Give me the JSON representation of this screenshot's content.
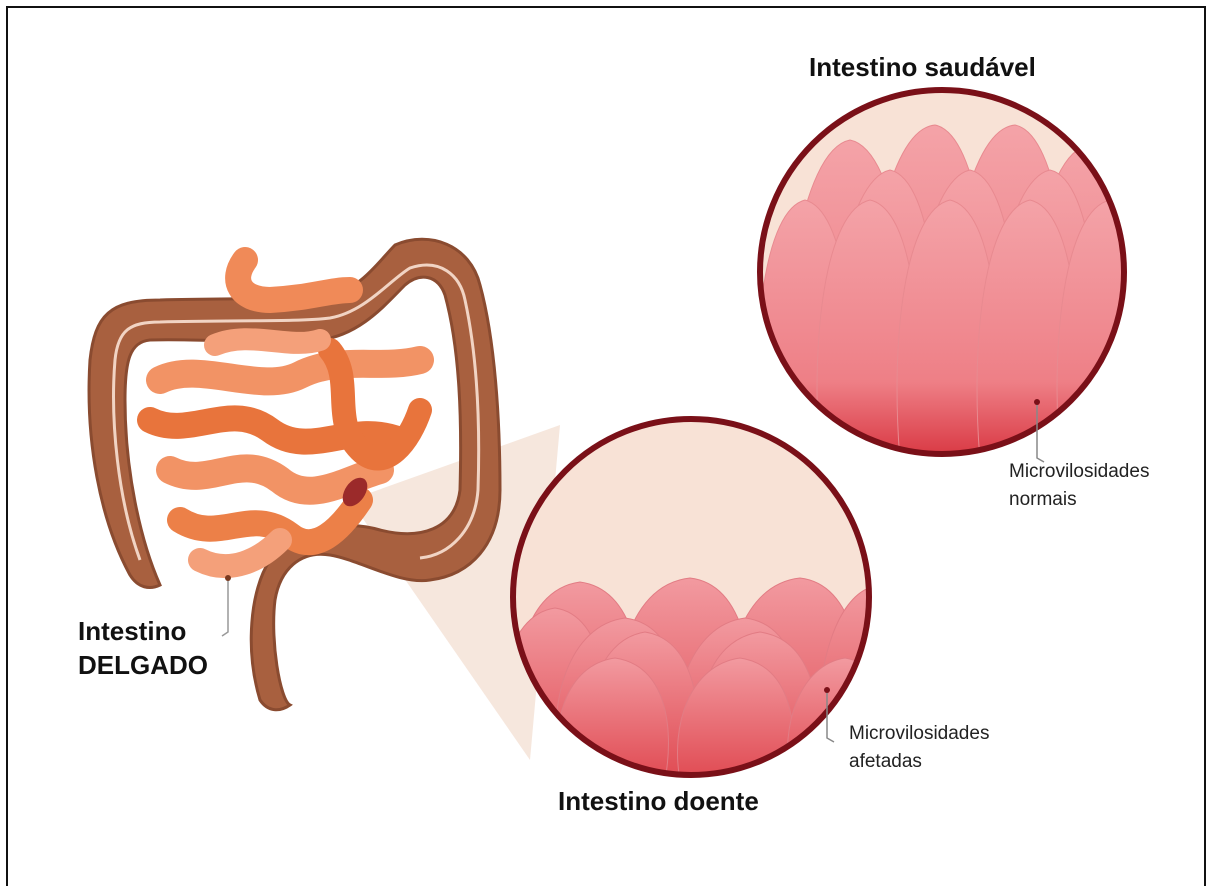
{
  "labels": {
    "healthy_title": "Intestino saudável",
    "sick_title": "Intestino doente",
    "organ_line1": "Intestino",
    "organ_line2": "DELGADO",
    "normal_line1": "Microvilosidades",
    "normal_line2": "normais",
    "affected_line1": "Microvilosidades",
    "affected_line2": "afetadas"
  }
}
